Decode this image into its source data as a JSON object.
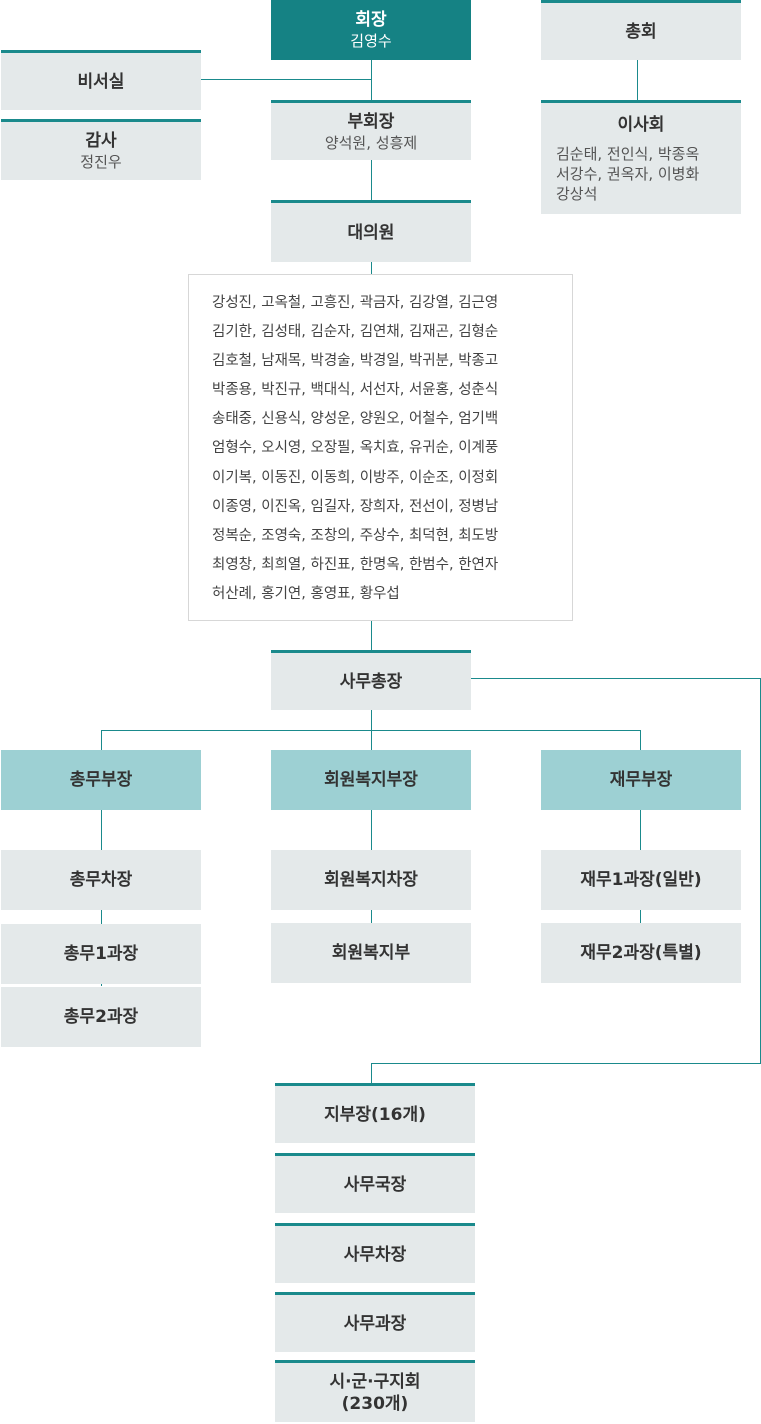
{
  "chairman": {
    "title": "회장",
    "name": "김영수"
  },
  "general_assembly": {
    "title": "총회"
  },
  "secretariat": {
    "title": "비서실"
  },
  "auditor": {
    "title": "감사",
    "name": "정진우"
  },
  "vice_chairman": {
    "title": "부회장",
    "names": "양석원, 성흥제"
  },
  "board": {
    "title": "이사회",
    "members": [
      "김순태, 전인식, 박종옥",
      "서강수, 권옥자, 이병화",
      "강상석"
    ]
  },
  "delegates": {
    "title": "대의원",
    "members": [
      "강성진, 고옥철, 고흥진, 곽금자, 김강열, 김근영",
      "김기한, 김성태, 김순자, 김연채, 김재곤, 김형순",
      "김호철, 남재목, 박경술, 박경일, 박귀분, 박종고",
      "박종용, 박진규, 백대식, 서선자, 서윤홍, 성춘식",
      "송태중, 신용식, 양성운, 양원오, 어철수, 엄기백",
      "엄형수, 오시영, 오장필, 옥치효, 유귀순, 이계풍",
      "이기복, 이동진, 이동희, 이방주, 이순조, 이정회",
      "이종영, 이진옥, 임길자, 장희자, 전선이, 정병남",
      "정복순, 조영숙, 조창의, 주상수, 최덕현, 최도방",
      "최영창, 최희열, 하진표, 한명옥, 한범수, 한연자",
      "허산례, 홍기연, 홍영표, 황우섭"
    ]
  },
  "secretary_general": {
    "title": "사무총장"
  },
  "departments": {
    "general_affairs": {
      "head": "총무부장",
      "units": [
        "총무차장",
        "총무1과장",
        "총무2과장"
      ]
    },
    "member_welfare": {
      "head": "회원복지부장",
      "units": [
        "회원복지차장",
        "회원복지부"
      ]
    },
    "finance": {
      "head": "재무부장",
      "units": [
        "재무1과장(일반)",
        "재무2과장(특별)"
      ]
    }
  },
  "branch_chain": [
    "지부장(16개)",
    "사무국장",
    "사무차장",
    "사무과장"
  ],
  "local_chapter": {
    "line1": "시·군·구지회",
    "line2": "(230개)"
  },
  "colors": {
    "accent": "#1a8a8c",
    "dark_box": "#158284",
    "department_box": "#9dd0d3",
    "light_box": "#e4e9ea"
  }
}
